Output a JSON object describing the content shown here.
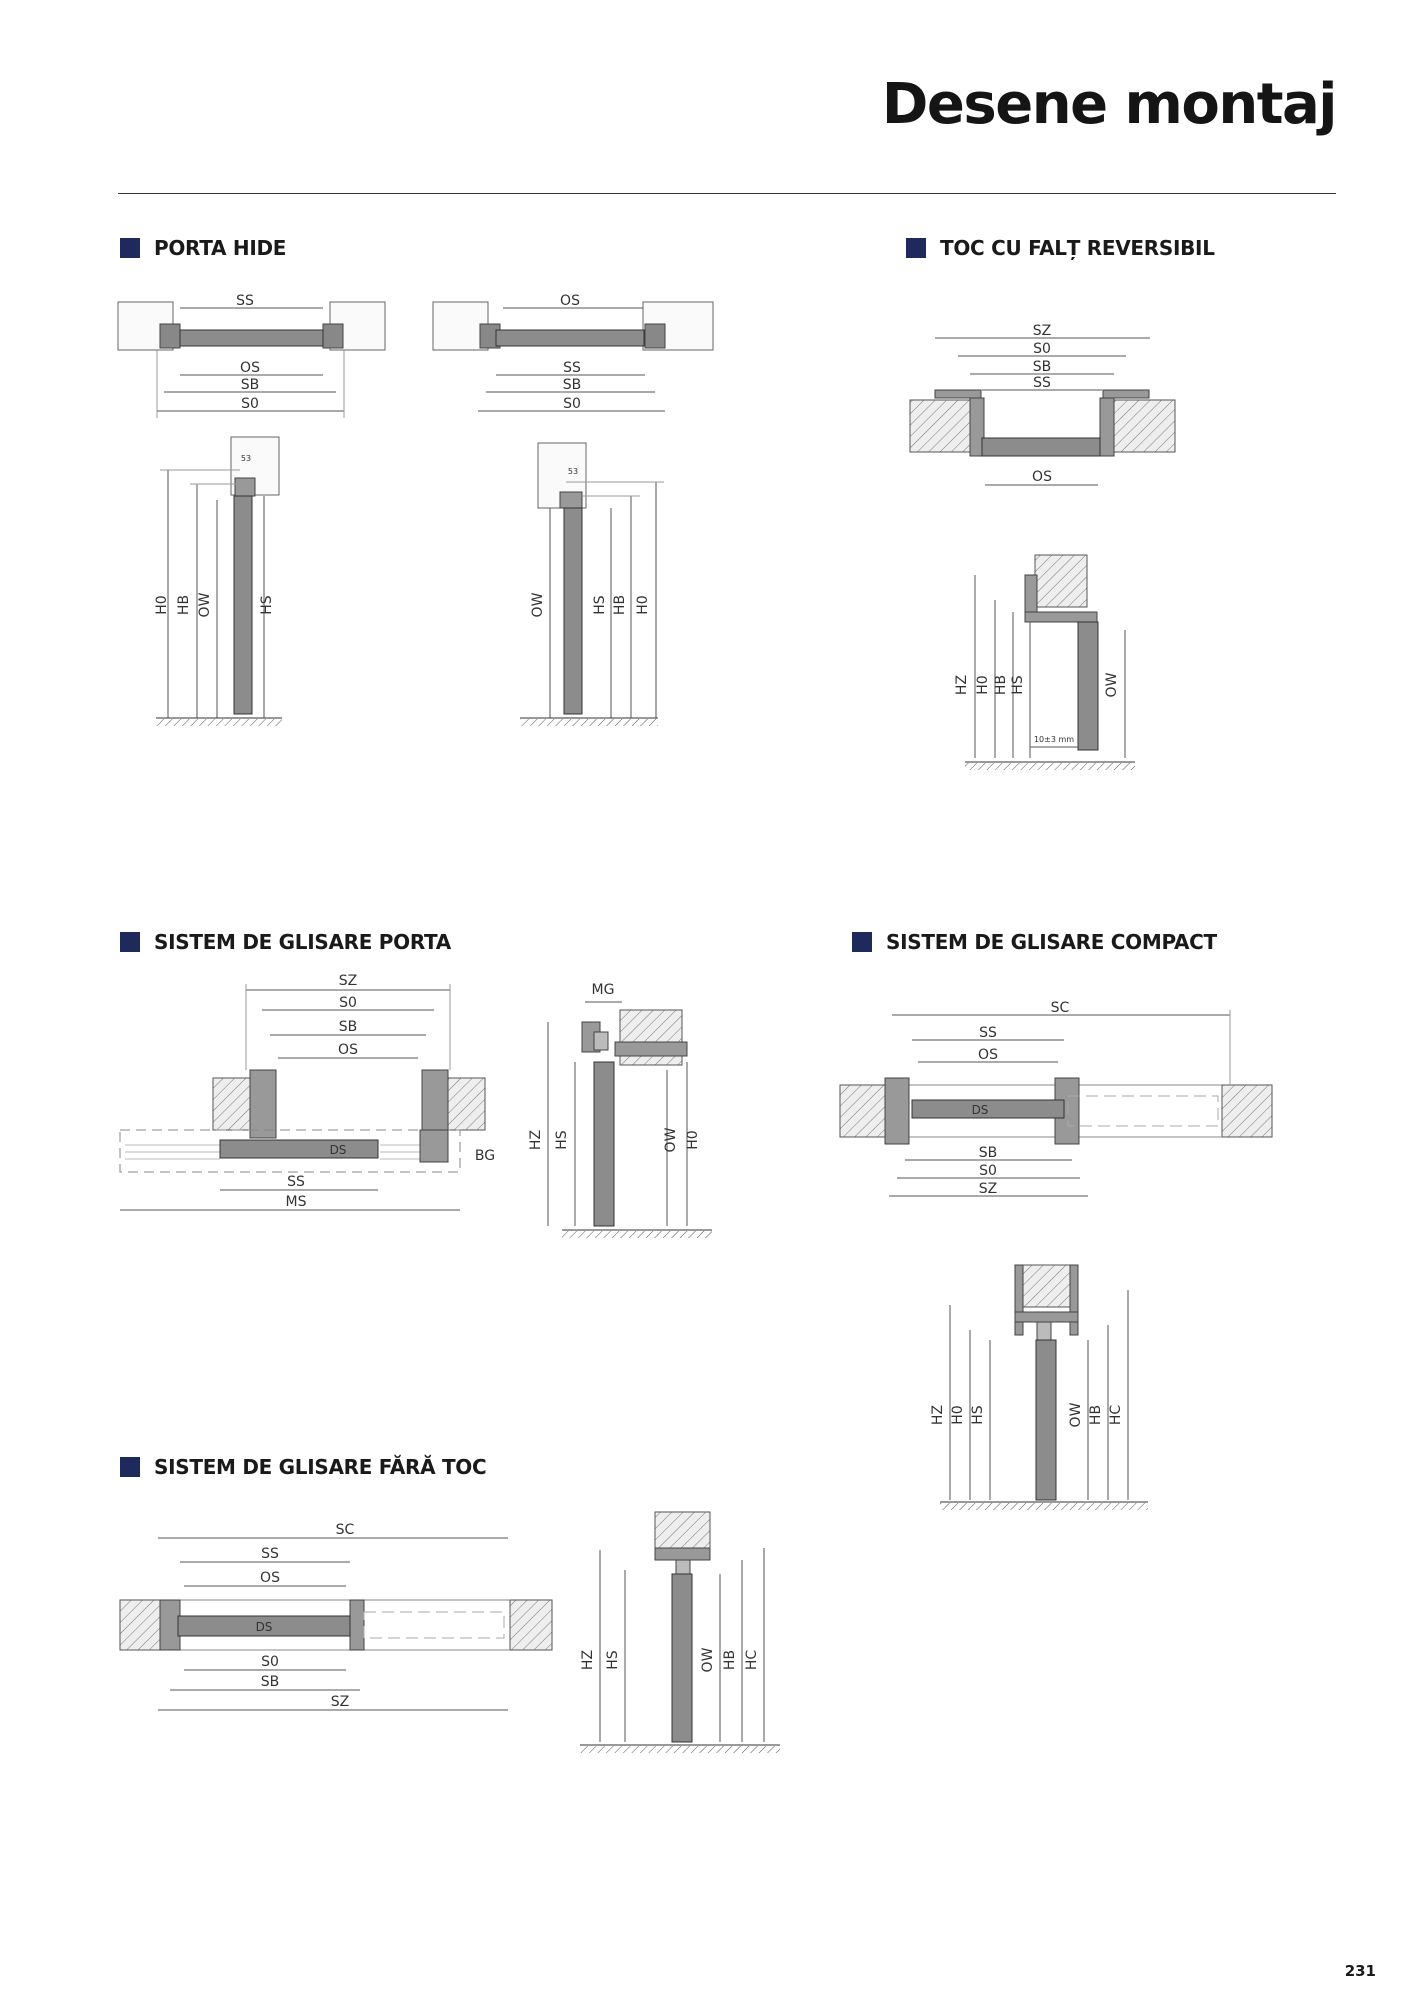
{
  "page": {
    "title": "Desene montaj",
    "page_number": "231"
  },
  "sections": [
    {
      "key": "porta_hide",
      "title": "PORTA HIDE"
    },
    {
      "key": "toc_cu_falt",
      "title": "TOC CU FALȚ REVERSIBIL"
    },
    {
      "key": "glisare_porta",
      "title": "SISTEM DE GLISARE PORTA"
    },
    {
      "key": "glisare_compact",
      "title": "SISTEM DE GLISARE COMPACT"
    },
    {
      "key": "glisare_fara_toc",
      "title": "SISTEM DE GLISARE FĂRĂ TOC"
    }
  ],
  "dimension_labels": {
    "porta_hide_plan_1": [
      "SS",
      "OS",
      "SB",
      "S0"
    ],
    "porta_hide_plan_2": [
      "OS",
      "SS",
      "SB",
      "S0"
    ],
    "porta_hide_section_1": [
      "H0",
      "HB",
      "OW",
      "HS",
      "53"
    ],
    "porta_hide_section_2": [
      "OW",
      "HS",
      "HB",
      "H0",
      "53"
    ],
    "toc_plan": [
      "SZ",
      "S0",
      "SB",
      "SS",
      "OS"
    ],
    "toc_section": [
      "HZ",
      "H0",
      "HB",
      "HS",
      "OW",
      "10±3 mm"
    ],
    "porta_plan": [
      "SZ",
      "S0",
      "SB",
      "OS",
      "DS",
      "BG",
      "SS",
      "MS"
    ],
    "porta_section": [
      "MG",
      "HZ",
      "HS",
      "OW",
      "H0"
    ],
    "compact_plan": [
      "SC",
      "SS",
      "OS",
      "DS",
      "SB",
      "S0",
      "SZ"
    ],
    "compact_section": [
      "HZ",
      "H0",
      "HS",
      "OW",
      "HB",
      "HC"
    ],
    "fara_toc_plan": [
      "SC",
      "SS",
      "OS",
      "DS",
      "S0",
      "SB",
      "SZ"
    ],
    "fara_toc_section": [
      "HZ",
      "HS",
      "OW",
      "HB",
      "HC"
    ]
  }
}
